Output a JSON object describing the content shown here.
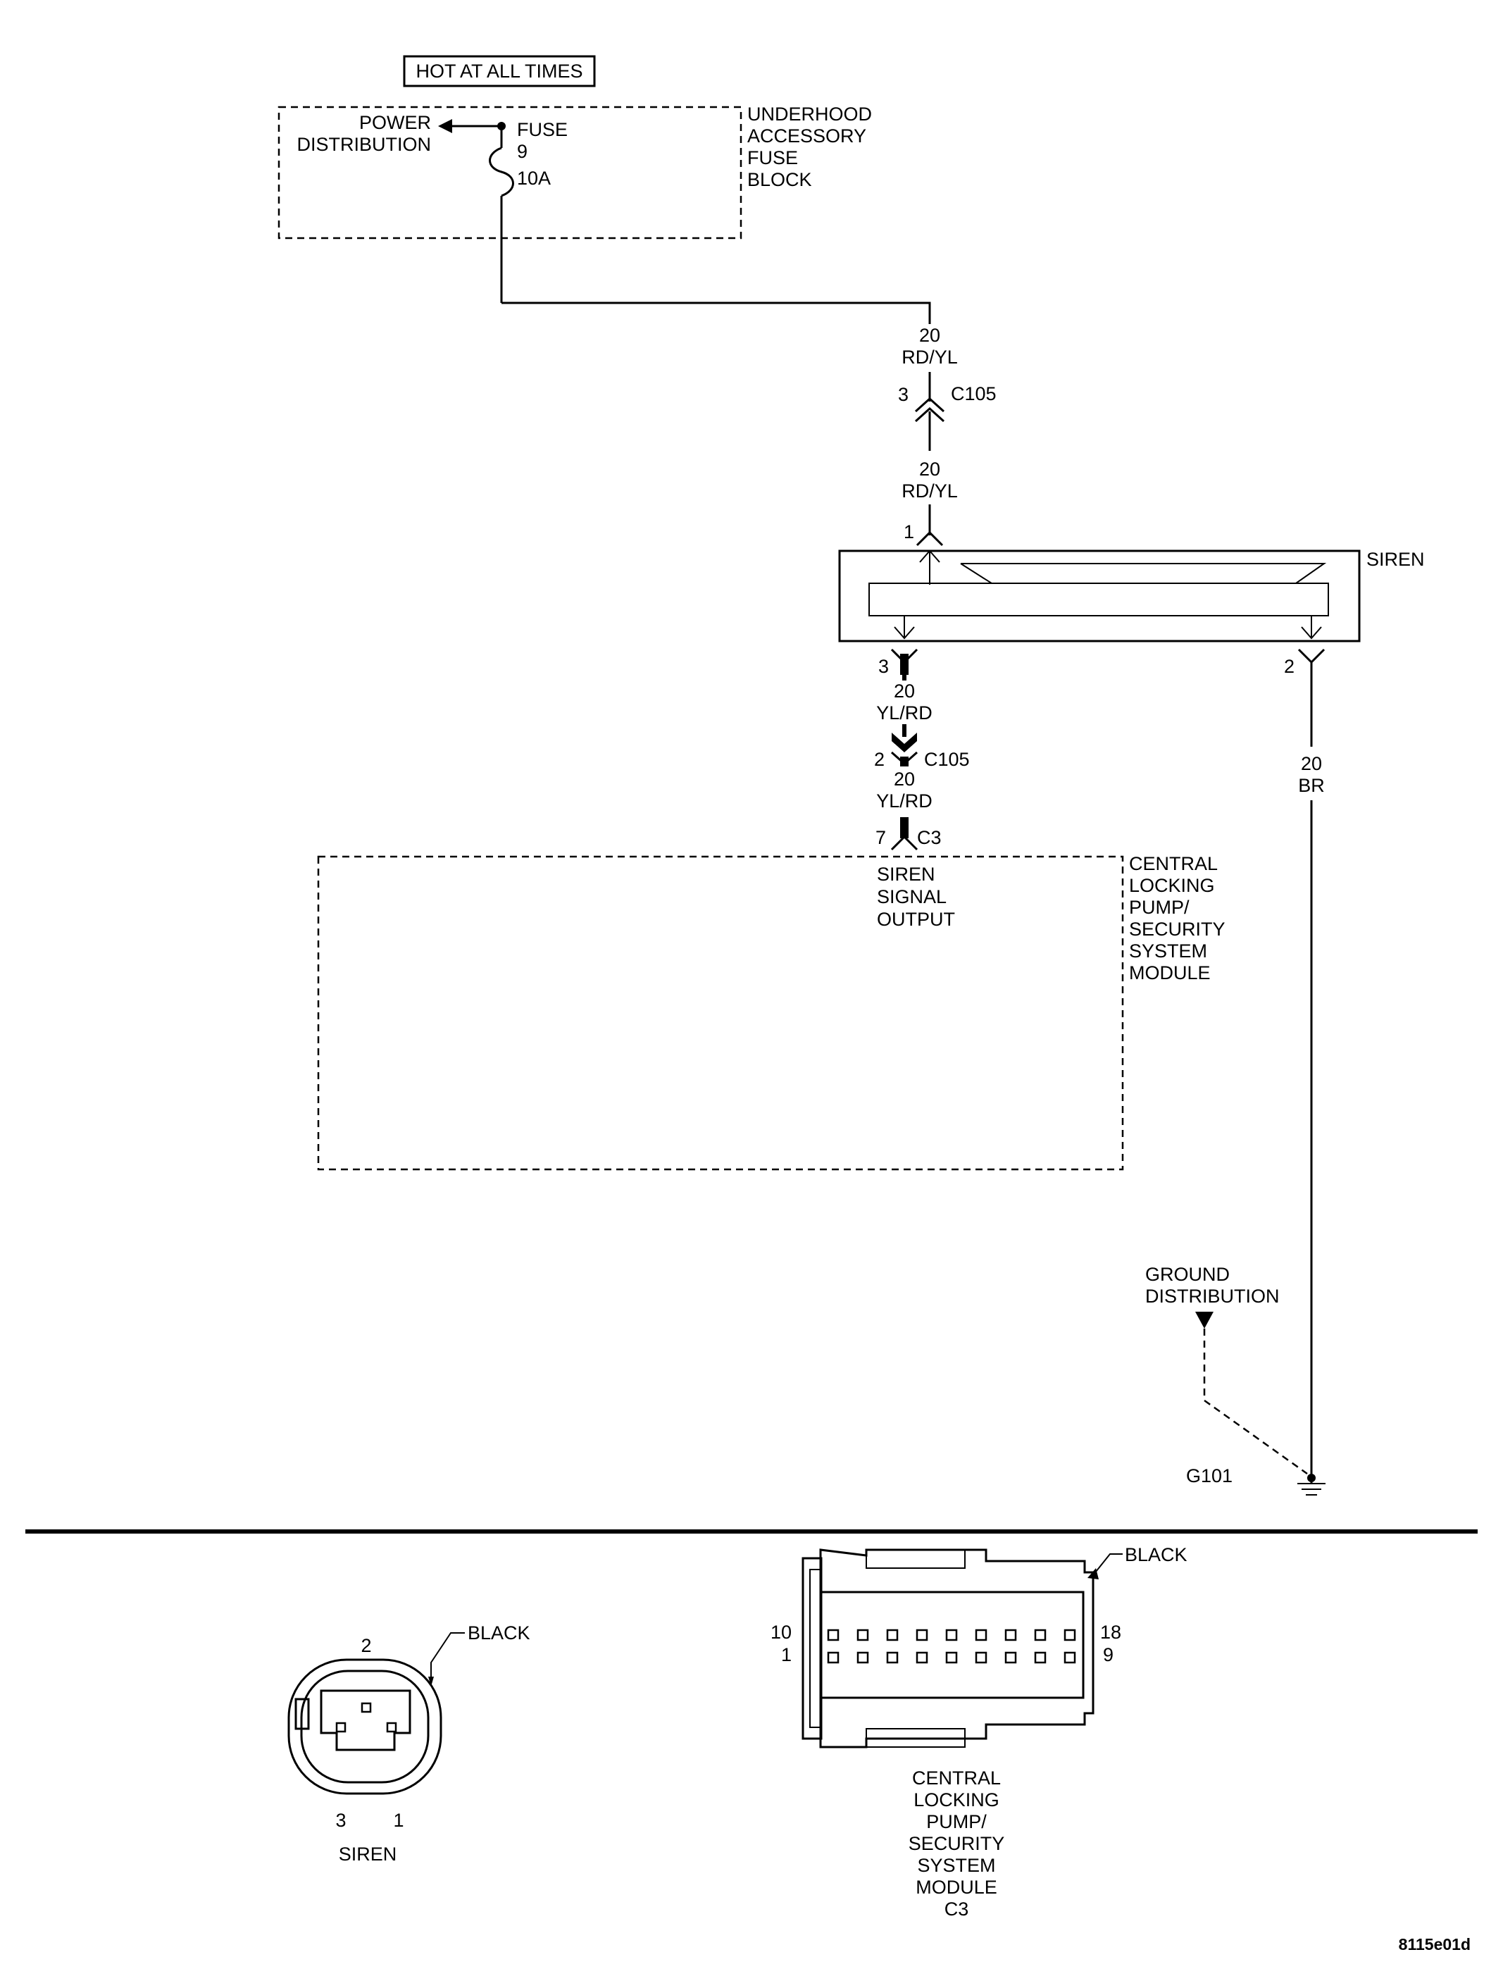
{
  "power": {
    "hot_label": "HOT AT ALL TIMES",
    "power_dist_line1": "POWER",
    "power_dist_line2": "DISTRIBUTION",
    "fuse_label": "FUSE",
    "fuse_number": "9",
    "fuse_rating": "10A",
    "block_line1": "UNDERHOOD",
    "block_line2": "ACCESSORY",
    "block_line3": "FUSE",
    "block_line4": "BLOCK"
  },
  "feed_wire": {
    "upper_gauge": "20",
    "upper_color": "RD/YL",
    "connector_pin": "3",
    "connector_name": "C105",
    "lower_gauge": "20",
    "lower_color": "RD/YL"
  },
  "siren": {
    "label": "SIREN",
    "pin_1": "1",
    "pin_3": "3",
    "pin_2": "2"
  },
  "output_wire": {
    "gauge_a": "20",
    "color_a": "YL/RD",
    "connector_pin": "2",
    "connector_name": "C105",
    "gauge_b": "20",
    "color_b": "YL/RD",
    "module_pin": "7",
    "module_connector": "C3"
  },
  "ground_wire": {
    "gauge": "20",
    "color": "BR",
    "ground_dist_line1": "GROUND",
    "ground_dist_line2": "DISTRIBUTION",
    "ground_id": "G101"
  },
  "module": {
    "signal_line1": "SIREN",
    "signal_line2": "SIGNAL",
    "signal_line3": "OUTPUT",
    "name_line1": "CENTRAL",
    "name_line2": "LOCKING",
    "name_line3": "PUMP/",
    "name_line4": "SECURITY",
    "name_line5": "SYSTEM",
    "name_line6": "MODULE"
  },
  "siren_connector": {
    "color_label": "BLACK",
    "pin_top": "2",
    "pin_left": "3",
    "pin_right": "1",
    "caption": "SIREN"
  },
  "module_connector": {
    "color_label": "BLACK",
    "pin_top_left": "10",
    "pin_bottom_left": "1",
    "pin_top_right": "18",
    "pin_bottom_right": "9",
    "caption_line1": "CENTRAL",
    "caption_line2": "LOCKING",
    "caption_line3": "PUMP/",
    "caption_line4": "SECURITY",
    "caption_line5": "SYSTEM",
    "caption_line6": "MODULE",
    "caption_line7": "C3"
  },
  "figure_id": "8115e01d"
}
